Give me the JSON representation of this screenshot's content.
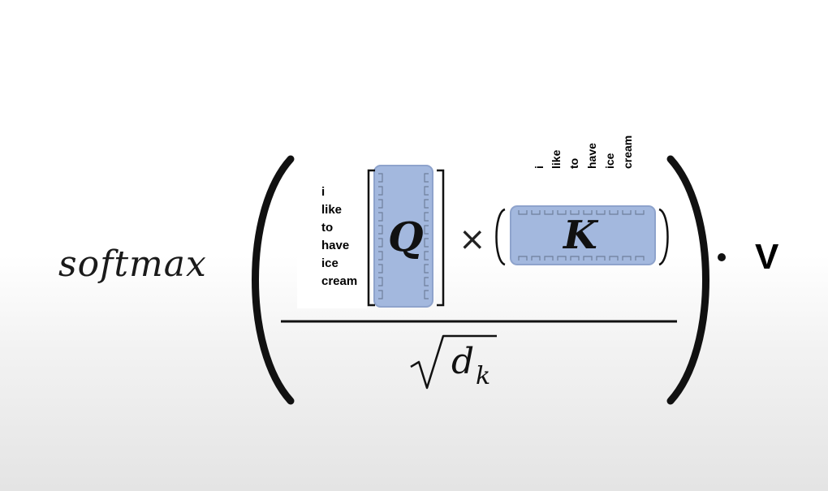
{
  "formula": {
    "softmax": "softmax",
    "query_symbol": "Q",
    "key_symbol": "K",
    "times": "×",
    "denominator_base": "d",
    "denominator_sub": "k",
    "value_label": "V"
  },
  "query_tokens": [
    "i",
    "like",
    "to",
    "have",
    "ice",
    "cream"
  ],
  "key_tokens": [
    "i",
    "like",
    "to",
    "have",
    "ice",
    "cream"
  ],
  "colors": {
    "matrix_fill": "#a3b8de",
    "matrix_border": "#8ea3cc",
    "ink": "#111111"
  }
}
